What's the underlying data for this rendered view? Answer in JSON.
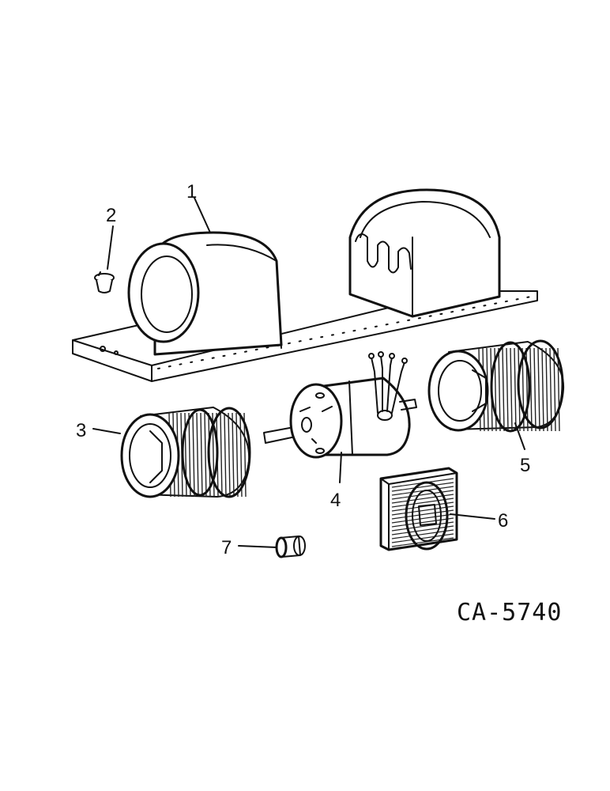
{
  "figure": {
    "drawing_id": "CA-5740",
    "callouts": [
      {
        "id": "1",
        "label": "1"
      },
      {
        "id": "2",
        "label": "2"
      },
      {
        "id": "3",
        "label": "3"
      },
      {
        "id": "4",
        "label": "4"
      },
      {
        "id": "5",
        "label": "5"
      },
      {
        "id": "6",
        "label": "6"
      },
      {
        "id": "7",
        "label": "7"
      }
    ]
  }
}
